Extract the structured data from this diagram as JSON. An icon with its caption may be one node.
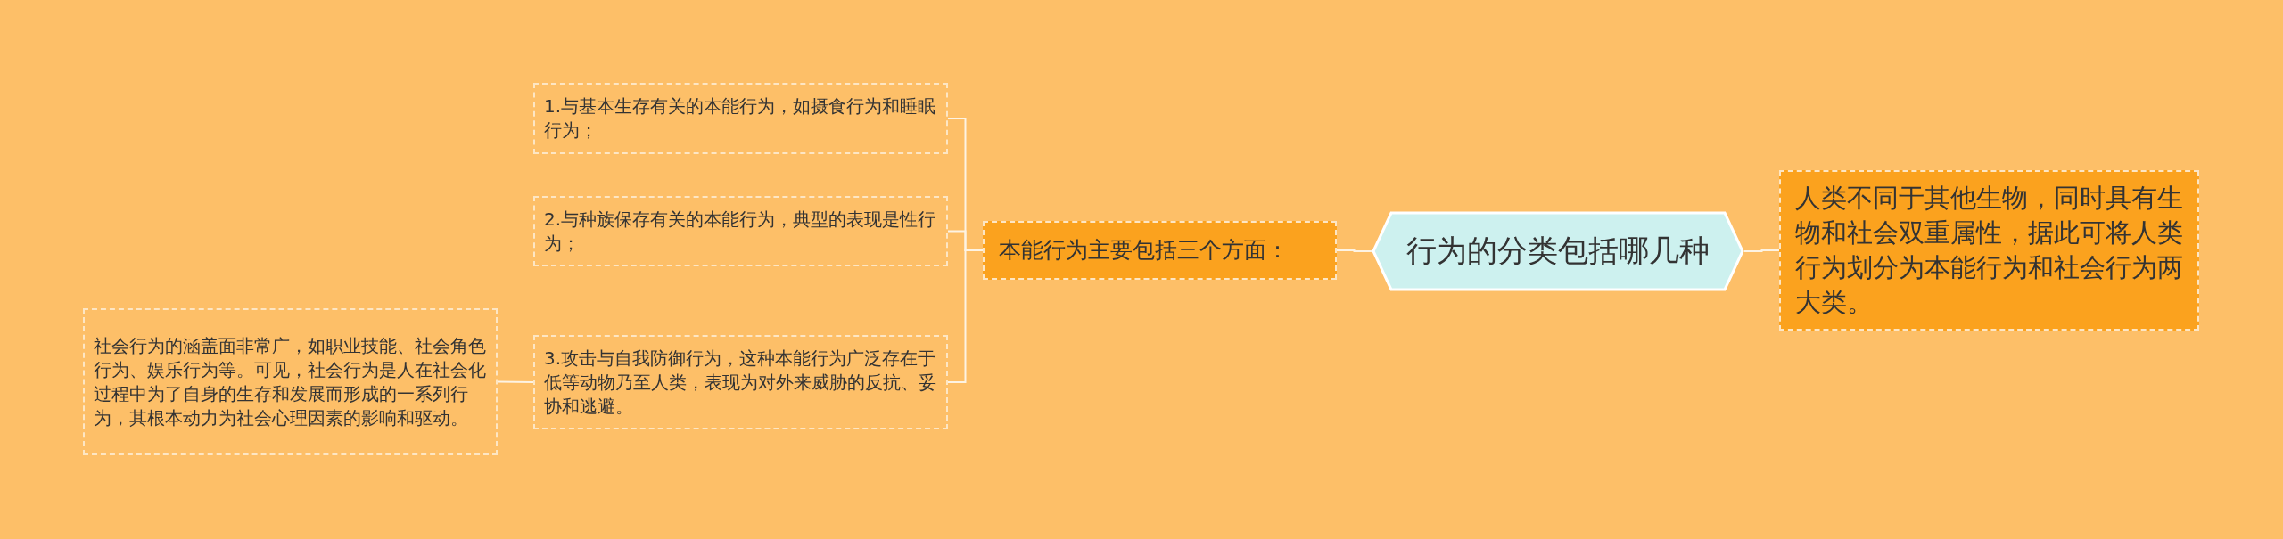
{
  "diagram": {
    "nodes": [
      {
        "text": [
          "行为的分类包括哪几种"
        ]
      },
      {
        "text": [
          "人类不同于其他生物，同时具有生物和社会双重属性，据此可将人类行为划分为本能行为和社会行为两大类。"
        ]
      },
      {
        "text": [
          "本能行为主要包括三个方面："
        ]
      },
      {
        "text": [
          "1.与基本生存有关的本能行为，如摄食行为和睡眠行为；"
        ]
      },
      {
        "text": [
          "2.与种族保存有关的本能行为，典型的表现是性行为；"
        ]
      },
      {
        "text": [
          "3.攻击与自我防御行为，这种本能行为广泛存在于低等动物乃至人类，表现为对外来威胁的反抗、妥协和逃避。"
        ]
      },
      {
        "text": [
          "社会行为的涵盖面非常广，如职业技能、社会角色行为、娱乐行为等。可见，社会行为是人在社会化过程中为了自身的生存和发展而形成的一系列行为，其根本动力为社会心理因素的影响和驱动。"
        ]
      }
    ],
    "edges": [
      {
        "from": 0,
        "to": 1,
        "arrow": "none"
      },
      {
        "from": 0,
        "to": 2,
        "arrow": "none"
      },
      {
        "from": 2,
        "to": 3,
        "arrow": "none"
      },
      {
        "from": 2,
        "to": 4,
        "arrow": "none"
      },
      {
        "from": 2,
        "to": 5,
        "arrow": "none"
      },
      {
        "from": 5,
        "to": 6,
        "arrow": "none"
      }
    ]
  }
}
